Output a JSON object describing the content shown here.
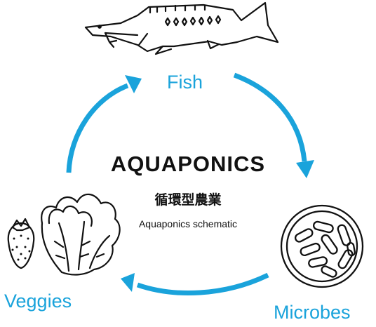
{
  "colors": {
    "accent": "#1aa3db",
    "ink": "#111111",
    "background": "#ffffff"
  },
  "title": "AQUAPONICS",
  "subtitle": "循環型農業",
  "caption": "Aquaponics schematic",
  "nodes": {
    "fish": {
      "label": "Fish",
      "icon": "sturgeon-fish-icon"
    },
    "microbes": {
      "label": "Microbes",
      "icon": "petri-dish-bacteria-icon"
    },
    "veggies": {
      "label": "Veggies",
      "icon": "lettuce-strawberry-icon"
    }
  },
  "cycle": [
    "fish",
    "microbes",
    "veggies"
  ]
}
